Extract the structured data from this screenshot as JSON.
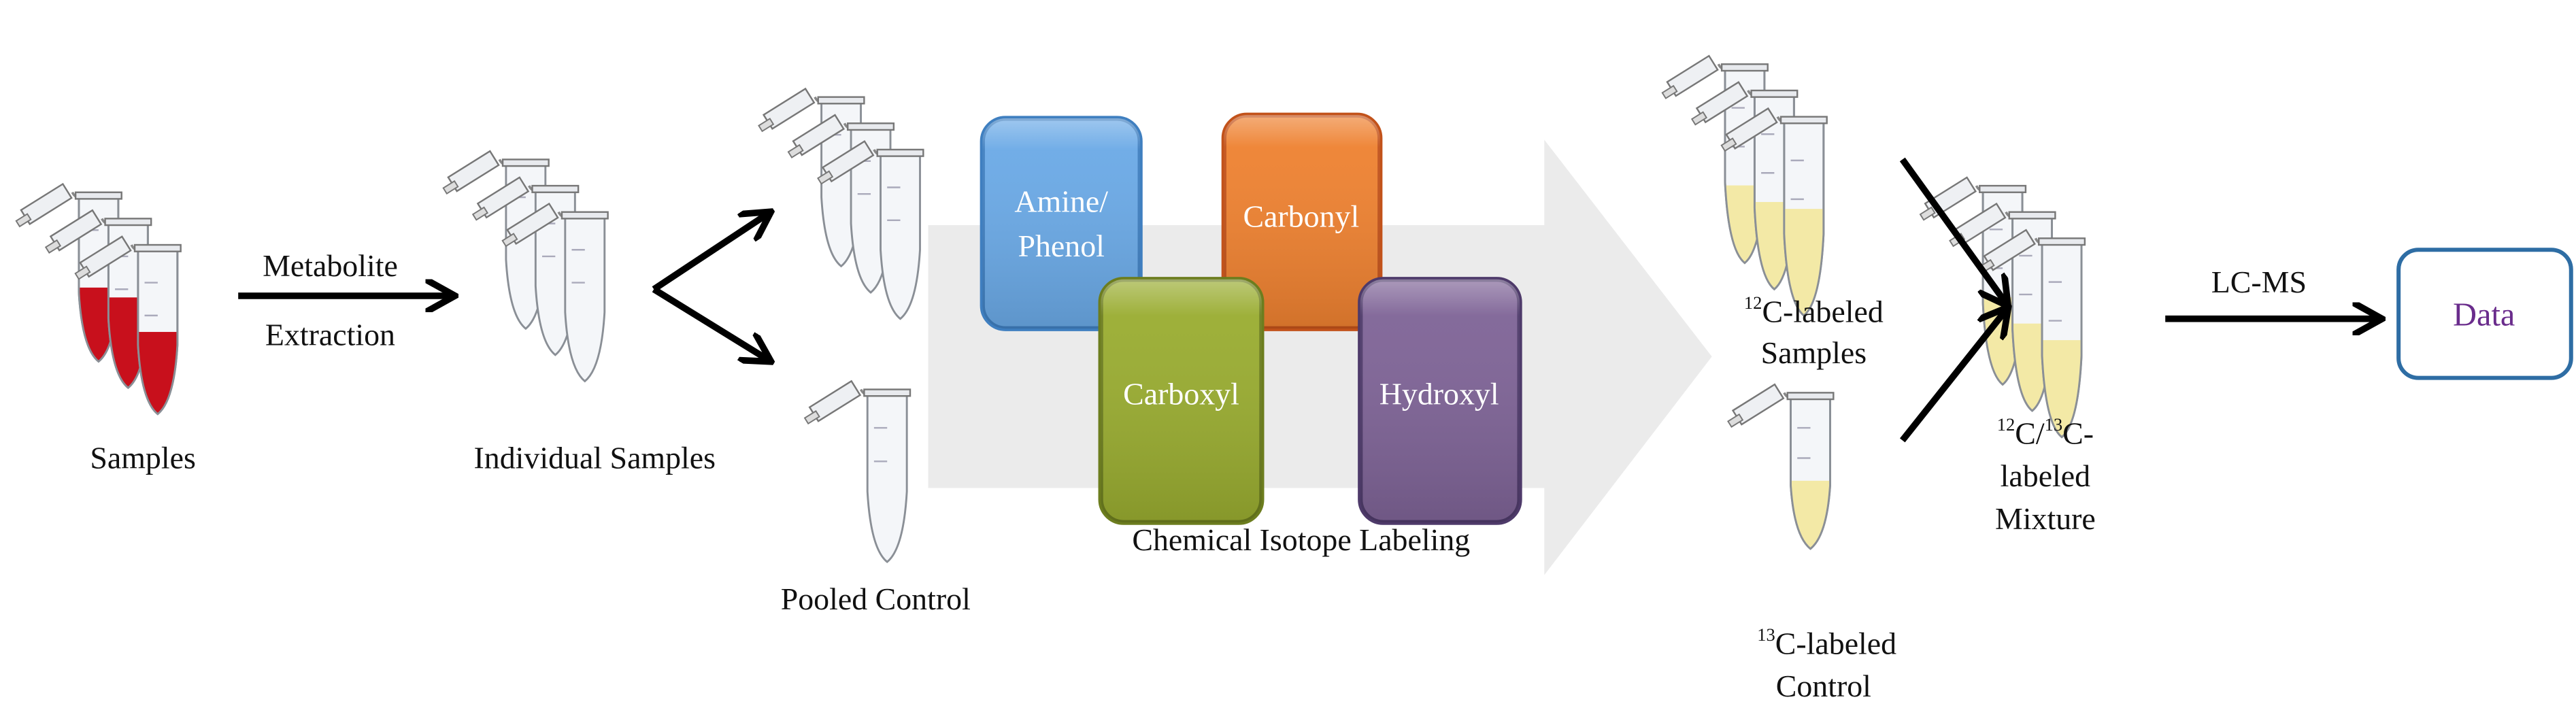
{
  "title": "Chemical isotope labeling LC-MS metabolomics workflow",
  "steps": {
    "samples": "Samples",
    "extraction_line1": "Metabolite",
    "extraction_line2": "Extraction",
    "individual_samples": "Individual Samples",
    "pooled_control": "Pooled Control",
    "labeling_title": "Chemical Isotope Labeling",
    "labeled_samples": {
      "sup": "12",
      "line1": "C-labeled",
      "line2": "Samples"
    },
    "labeled_control": {
      "sup": "13",
      "line1": "C-labeled",
      "line2": "Control"
    },
    "mixture": {
      "sup1": "12",
      "mid": "C/",
      "sup2": "13",
      "end": "C-",
      "line2": "labeled",
      "line3": "Mixture"
    },
    "lcms": "LC-MS",
    "data": "Data"
  },
  "labeling_groups": [
    {
      "line1": "Amine/",
      "line2": "Phenol",
      "color": "#6aa9e6"
    },
    {
      "line1": "Carbonyl",
      "line2": "",
      "color": "#ee8130"
    },
    {
      "line1": "Carboxyl",
      "line2": "",
      "color": "#99ac30"
    },
    {
      "line1": "Hydroxyl",
      "line2": "",
      "color": "#7e6396"
    }
  ],
  "colors": {
    "blood": "#c8101c",
    "labeled": "#f3e9a6",
    "data_border": "#2e6da4",
    "data_text": "#6a2c8c",
    "big_arrow": "#ebebeb"
  }
}
